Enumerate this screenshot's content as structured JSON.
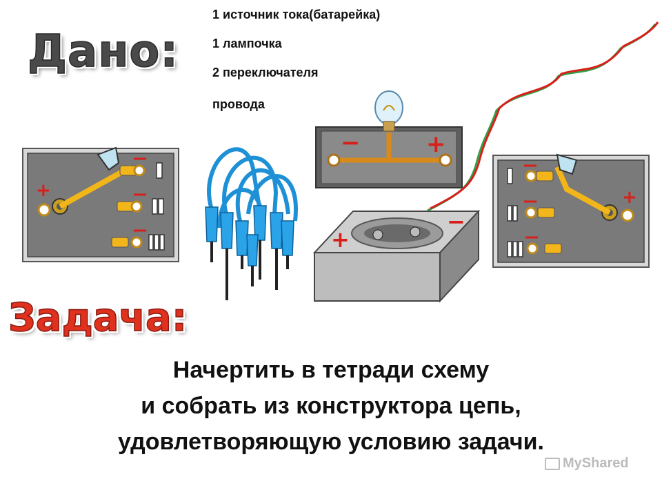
{
  "given": {
    "heading": "Дано:",
    "items": [
      "1 источник тока(батарейка)",
      "1 лампочка",
      "2 переключателя",
      "провода"
    ]
  },
  "task": {
    "heading": "Задача:",
    "lines": [
      "Начертить в тетради схему",
      "и собрать из конструктора цепь,",
      "удовлетворяющую условию задачи."
    ]
  },
  "switch_left": {
    "plus": "+",
    "minus": "—",
    "positions": [
      "I",
      "II",
      "III"
    ]
  },
  "switch_right": {
    "plus": "+",
    "minus": "—",
    "positions": [
      "I",
      "II",
      "III"
    ]
  },
  "lamp_board": {
    "minus": "−",
    "plus": "+"
  },
  "battery": {
    "plus": "+",
    "minus": "−"
  },
  "watermark": "MyShared",
  "colors": {
    "heading_red": "#e0301e",
    "panel_gray": "#7a7a7a",
    "wire_blue": "#1e90d6",
    "lever_yellow": "#f2b51a",
    "sign_red": "#d8201a"
  }
}
